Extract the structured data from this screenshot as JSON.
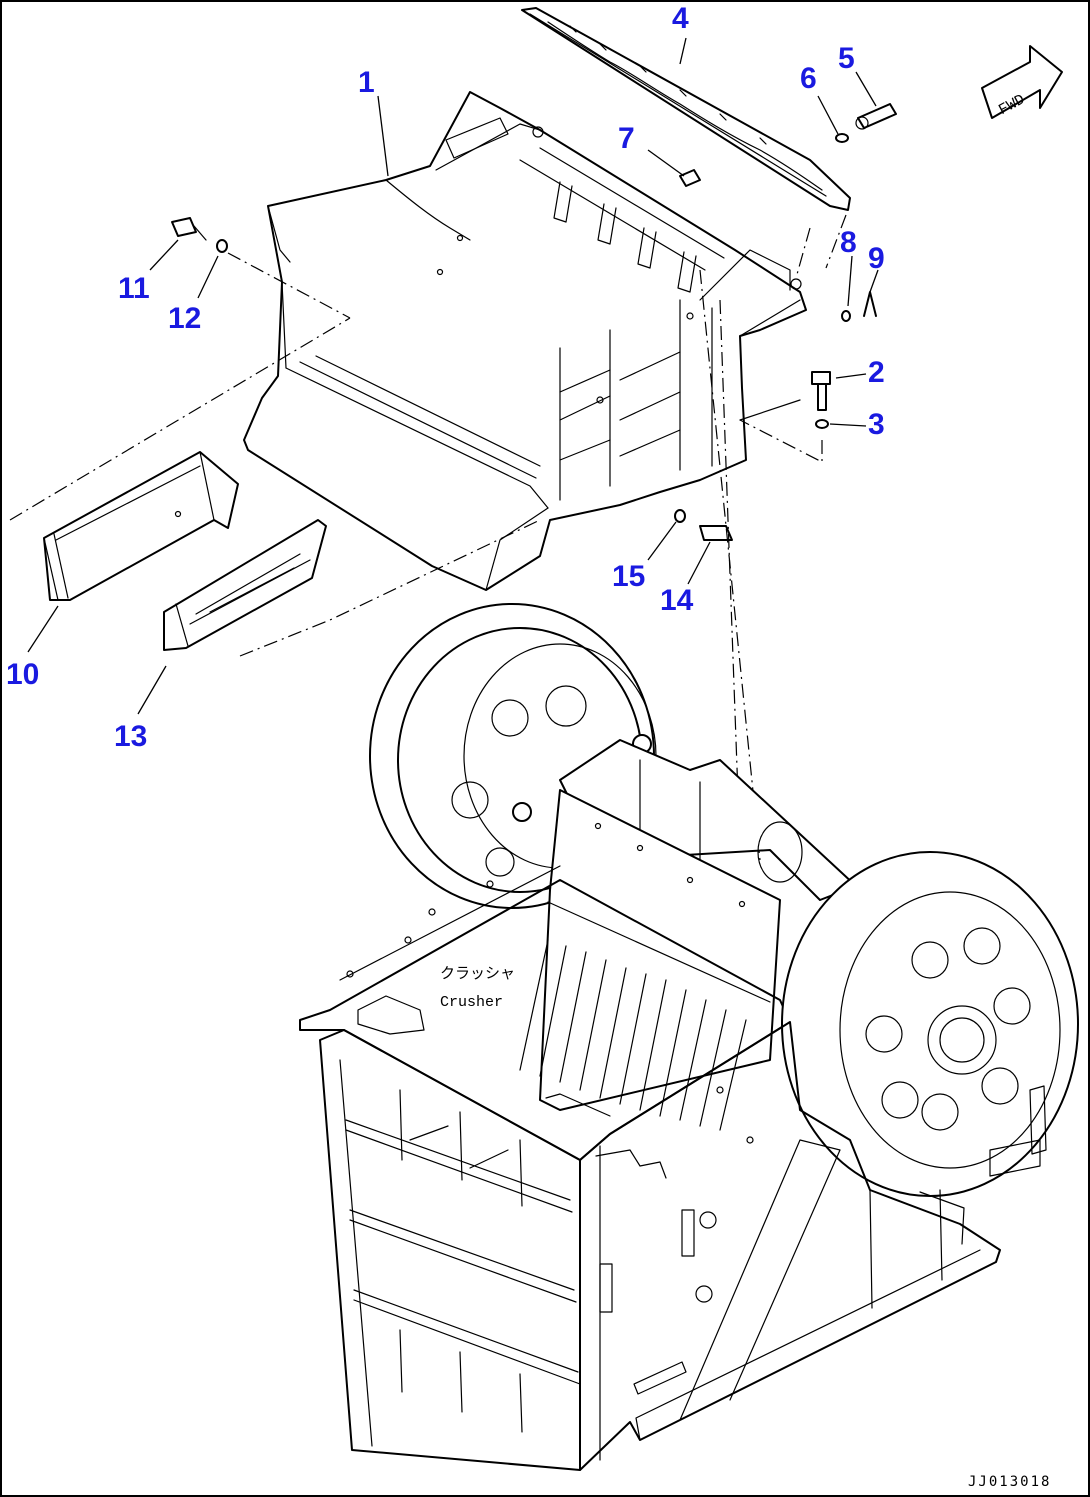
{
  "diagram": {
    "parts": [
      {
        "id": "1",
        "label": "1"
      },
      {
        "id": "2",
        "label": "2"
      },
      {
        "id": "3",
        "label": "3"
      },
      {
        "id": "4",
        "label": "4"
      },
      {
        "id": "5",
        "label": "5"
      },
      {
        "id": "6",
        "label": "6"
      },
      {
        "id": "7",
        "label": "7"
      },
      {
        "id": "8",
        "label": "8"
      },
      {
        "id": "9",
        "label": "9"
      },
      {
        "id": "10",
        "label": "10"
      },
      {
        "id": "11",
        "label": "11"
      },
      {
        "id": "12",
        "label": "12"
      },
      {
        "id": "13",
        "label": "13"
      },
      {
        "id": "14",
        "label": "14"
      },
      {
        "id": "15",
        "label": "15"
      }
    ],
    "stamp_line_1": "クラッシャ",
    "stamp_line_2": "Crusher",
    "fwd_label": "FWD",
    "drawing_code": "JJ013018"
  },
  "colors": {
    "label": "#1a1ae0",
    "line": "#000000",
    "background": "#ffffff"
  }
}
